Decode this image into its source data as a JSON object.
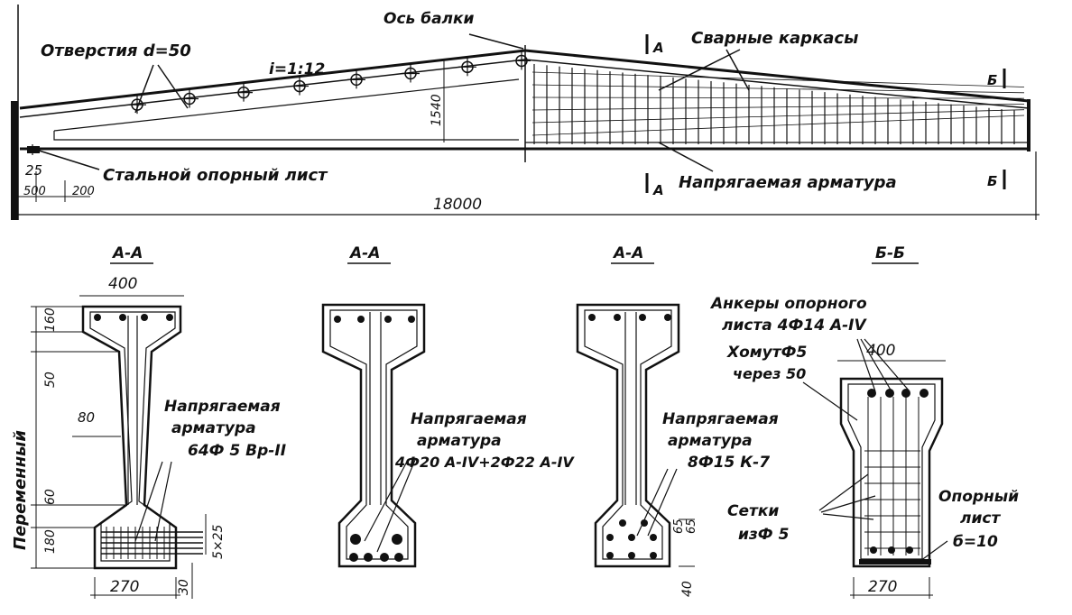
{
  "elevation": {
    "axis_label": "Ось балки",
    "holes_label": "Отверстия d=50",
    "slope_label": "i=1:12",
    "frames_label": "Сварные каркасы",
    "tendon_label": "Напрягаемая арматура",
    "plate_label": "Стальной опорный лист",
    "span_dim": "18000",
    "height_dim": "1540",
    "dim_25": "25",
    "dim_500": "500",
    "dim_200": "200",
    "cut_a": "А",
    "cut_b": "Б"
  },
  "side_label": "Переменный",
  "sections": [
    {
      "title": "А-А",
      "width_dim": "400",
      "bottom_dim": "270",
      "dims": [
        "160",
        "50",
        "80",
        "60",
        "180",
        "30",
        "5×25"
      ],
      "label_line1": "Напрягаемая",
      "label_line2": "арматура",
      "label_line3": "64Ф 5 Вр-II"
    },
    {
      "title": "А-А",
      "label_line1": "Напрягаемая",
      "label_line2": "арматура",
      "label_line3": "4Ф20 А-IV+2Ф22 А-IV"
    },
    {
      "title": "А-А",
      "dims": [
        "65",
        "65",
        "40"
      ],
      "label_line1": "Напрягаемая",
      "label_line2": "арматура",
      "label_line3": "8Ф15 К-7"
    },
    {
      "title": "Б-Б",
      "width_dim": "400",
      "bottom_dim": "270",
      "anchors_line1": "Анкеры опорного",
      "anchors_line2": "листа 4Ф14 А-IV",
      "stirrup_line1": "ХомутФ5",
      "stirrup_line2": "через 50",
      "mesh_line1": "Сетки",
      "mesh_line2": "изФ 5",
      "plate_line1": "Опорный",
      "plate_line2": "лист",
      "plate_line3": "б=10"
    }
  ]
}
